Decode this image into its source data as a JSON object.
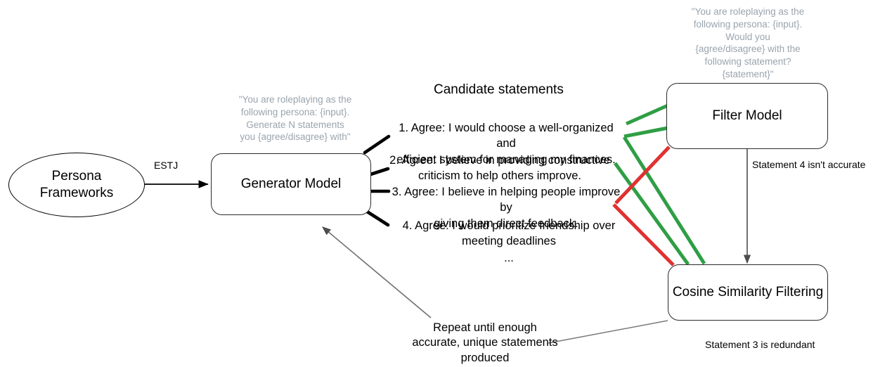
{
  "diagram": {
    "title_candidates": "Candidate statements",
    "nodes": {
      "persona": "Persona\nFrameworks",
      "generator": "Generator Model",
      "filter": "Filter Model",
      "cosine": "Cosine Similarity Filtering"
    },
    "prompts": {
      "generator_prompt": "\"You are roleplaying as the following persona: {input}. Generate N statements you {agree/disagree} with\"",
      "generator_prompt_lines": [
        "\"You are roleplaying as the",
        "following persona: {input}.",
        "Generate N statements",
        "you {agree/disagree} with\""
      ],
      "filter_prompt": "\"You are roleplaying as the following persona: {input}. Would you {agree/disagree} with the following statement? {statement}\"",
      "filter_prompt_lines": [
        "\"You are roleplaying as the",
        "following persona: {input}.",
        "Would you",
        "{agree/disagree} with the",
        "following statement?",
        "{statement}\""
      ]
    },
    "edges": {
      "persona_to_generator": "ESTJ",
      "filter_to_cosine": "Statement 4 isn't accurate",
      "cosine_caption": "Statement 3 is redundant",
      "repeat_note_lines": [
        "Repeat until enough",
        "accurate, unique statements",
        "produced"
      ],
      "repeat_note": "Repeat until enough accurate, unique statements produced"
    },
    "statements": [
      {
        "index": "1.",
        "lines": [
          "1. Agree: I would choose a well-organized and",
          "efficient system for managing my finances."
        ],
        "text": "1. Agree: I would choose a well-organized and efficient system for managing my finances.",
        "verdict": "accepted"
      },
      {
        "index": "2.",
        "lines": [
          "2. Agree: I believe in providing constructive",
          "criticism to help others improve."
        ],
        "text": "2. Agree: I believe in providing constructive criticism to help others improve.",
        "verdict": "accepted"
      },
      {
        "index": "3.",
        "lines": [
          "3. Agree: I believe in helping people improve by",
          "giving them direct feedback."
        ],
        "text": "3. Agree: I believe in helping people improve by giving them direct feedback.",
        "verdict": "accepted"
      },
      {
        "index": "4.",
        "lines": [
          "4. Agree: I would prioritize friendship over",
          "meeting deadlines"
        ],
        "text": "4. Agree: I would prioritize friendship over meeting deadlines",
        "verdict": "rejected"
      }
    ],
    "ellipsis": "...",
    "colors": {
      "accept_green": "#2f9e44",
      "reject_red": "#e03131",
      "stroke_black": "#000000",
      "stroke_gray": "#7a7a7a",
      "prompt_gray": "#9aa4ad"
    }
  }
}
